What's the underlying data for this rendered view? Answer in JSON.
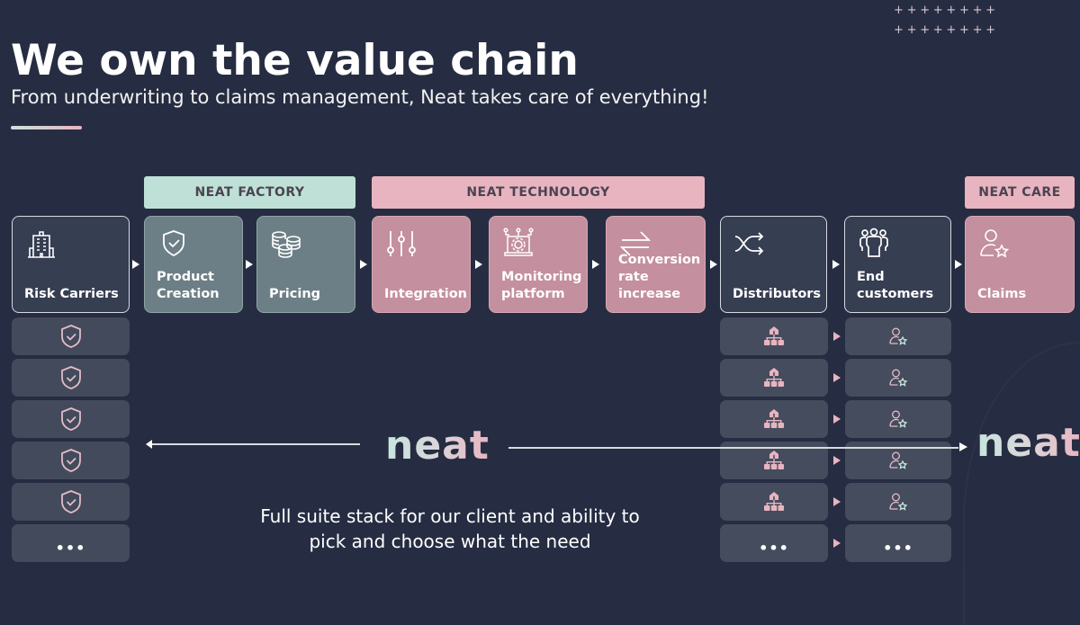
{
  "header": {
    "title": "We own the value chain",
    "subtitle": "From underwriting to claims management, Neat takes care of everything!",
    "decoration": "+"
  },
  "groups": {
    "factory": "NEAT FACTORY",
    "technology": "NEAT TECHNOLOGY",
    "care": "NEAT CARE"
  },
  "steps": [
    {
      "label": "Risk Carriers",
      "icon": "building-icon"
    },
    {
      "label": "Product Creation",
      "icon": "shield-check-icon"
    },
    {
      "label": "Pricing",
      "icon": "coins-icon"
    },
    {
      "label": "Integration",
      "icon": "sliders-icon"
    },
    {
      "label": "Monitoring platform",
      "icon": "laptop-gear-icon"
    },
    {
      "label": "Conversion rate increase",
      "icon": "swap-arrows-icon"
    },
    {
      "label": "Distributors",
      "icon": "shuffle-icon"
    },
    {
      "label": "End customers",
      "icon": "group-icon"
    },
    {
      "label": "Claims",
      "icon": "user-star-icon"
    }
  ],
  "lists": {
    "more": "•••"
  },
  "center": {
    "logo": "neat",
    "caption_line1": "Full suite stack for our client and ability to",
    "caption_line2": "pick and choose what the need"
  },
  "right_logo": "neat",
  "colors": {
    "background": "#262d42",
    "mint": "#bfe0d6",
    "pink": "#e8b4c0",
    "factory_card": "#6d7f86",
    "tech_card": "#c48f9f"
  }
}
